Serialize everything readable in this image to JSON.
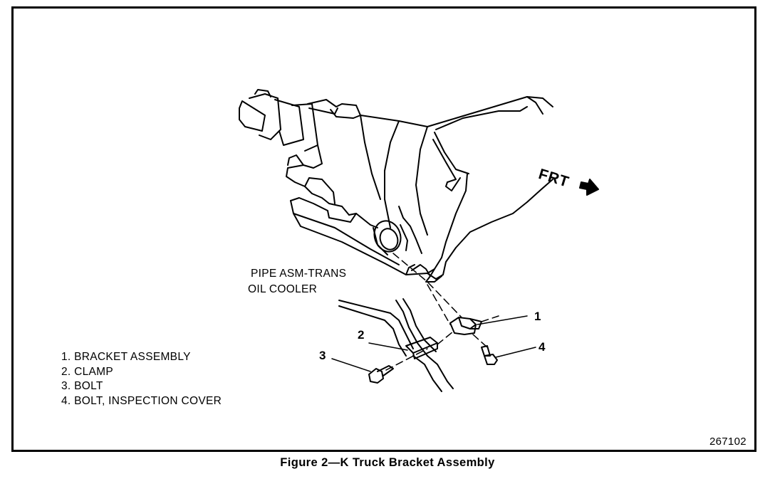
{
  "figure": {
    "caption": "Figure 2—K Truck Bracket Assembly",
    "figure_number": "267102",
    "direction_label": "FRT",
    "callout_pipe_line1": "PIPE ASM-TRANS",
    "callout_pipe_line2": "OIL COOLER"
  },
  "callouts": [
    "1",
    "2",
    "3",
    "4"
  ],
  "legend": [
    "1.  BRACKET ASSEMBLY",
    "2.  CLAMP",
    "3.  BOLT",
    "4.  BOLT, INSPECTION COVER"
  ]
}
